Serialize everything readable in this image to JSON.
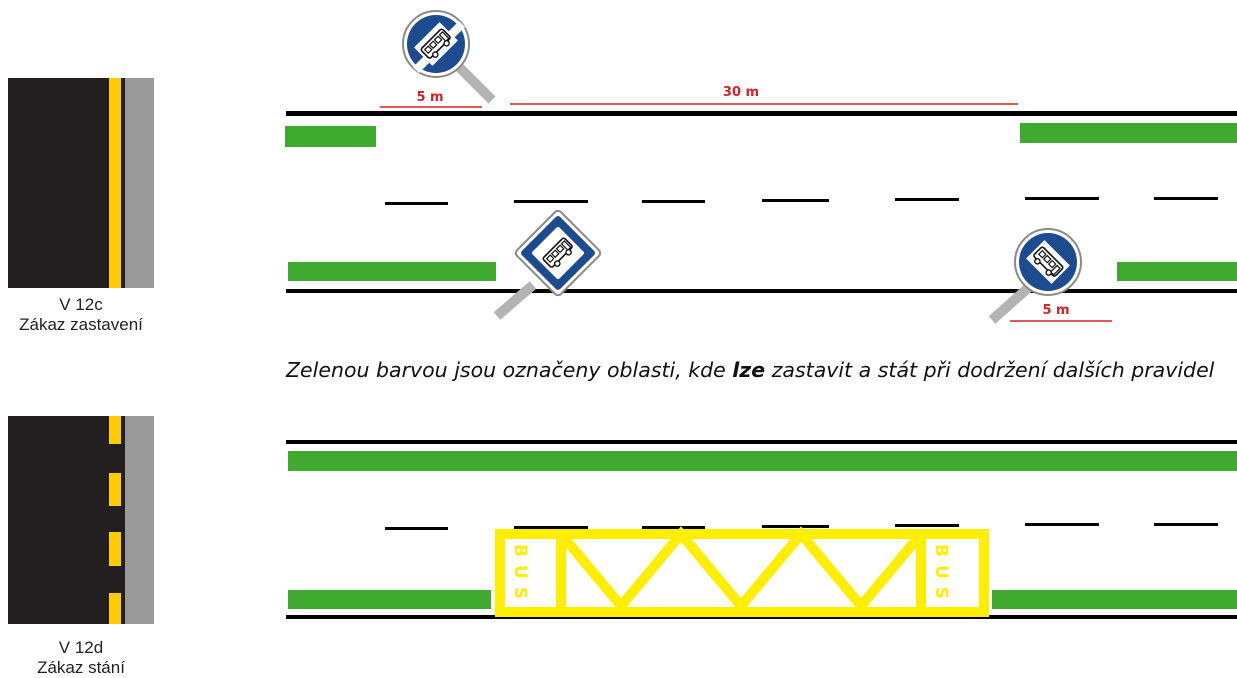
{
  "legend": {
    "v12c": {
      "code": "V 12c",
      "title": "Zákaz zastavení"
    },
    "v12d": {
      "code": "V 12d",
      "title": "Zákaz stání"
    }
  },
  "distances": {
    "sign_offset": "5 m",
    "stop_length": "30 m",
    "exit_offset": "5 m"
  },
  "marking_text": {
    "bus": "BUS"
  },
  "note": {
    "before": "Zelenou barvou jsou označeny oblasti, kde ",
    "emphasis": "lze",
    "after": " zastavit a stát při dodržení dalších pravidel"
  },
  "colors": {
    "asphalt": "#231f20",
    "yellow_line": "#ffcc00",
    "curb": "#9a9a9a",
    "green_zone": "#3faa2f",
    "bus_marking": "#ffee00",
    "dimension_red": "#d42027",
    "sign_blue": "#1d4b8f"
  },
  "icons": [
    "bus-stop-round-sign-icon",
    "bus-stop-square-sign-icon",
    "bus-icon"
  ]
}
